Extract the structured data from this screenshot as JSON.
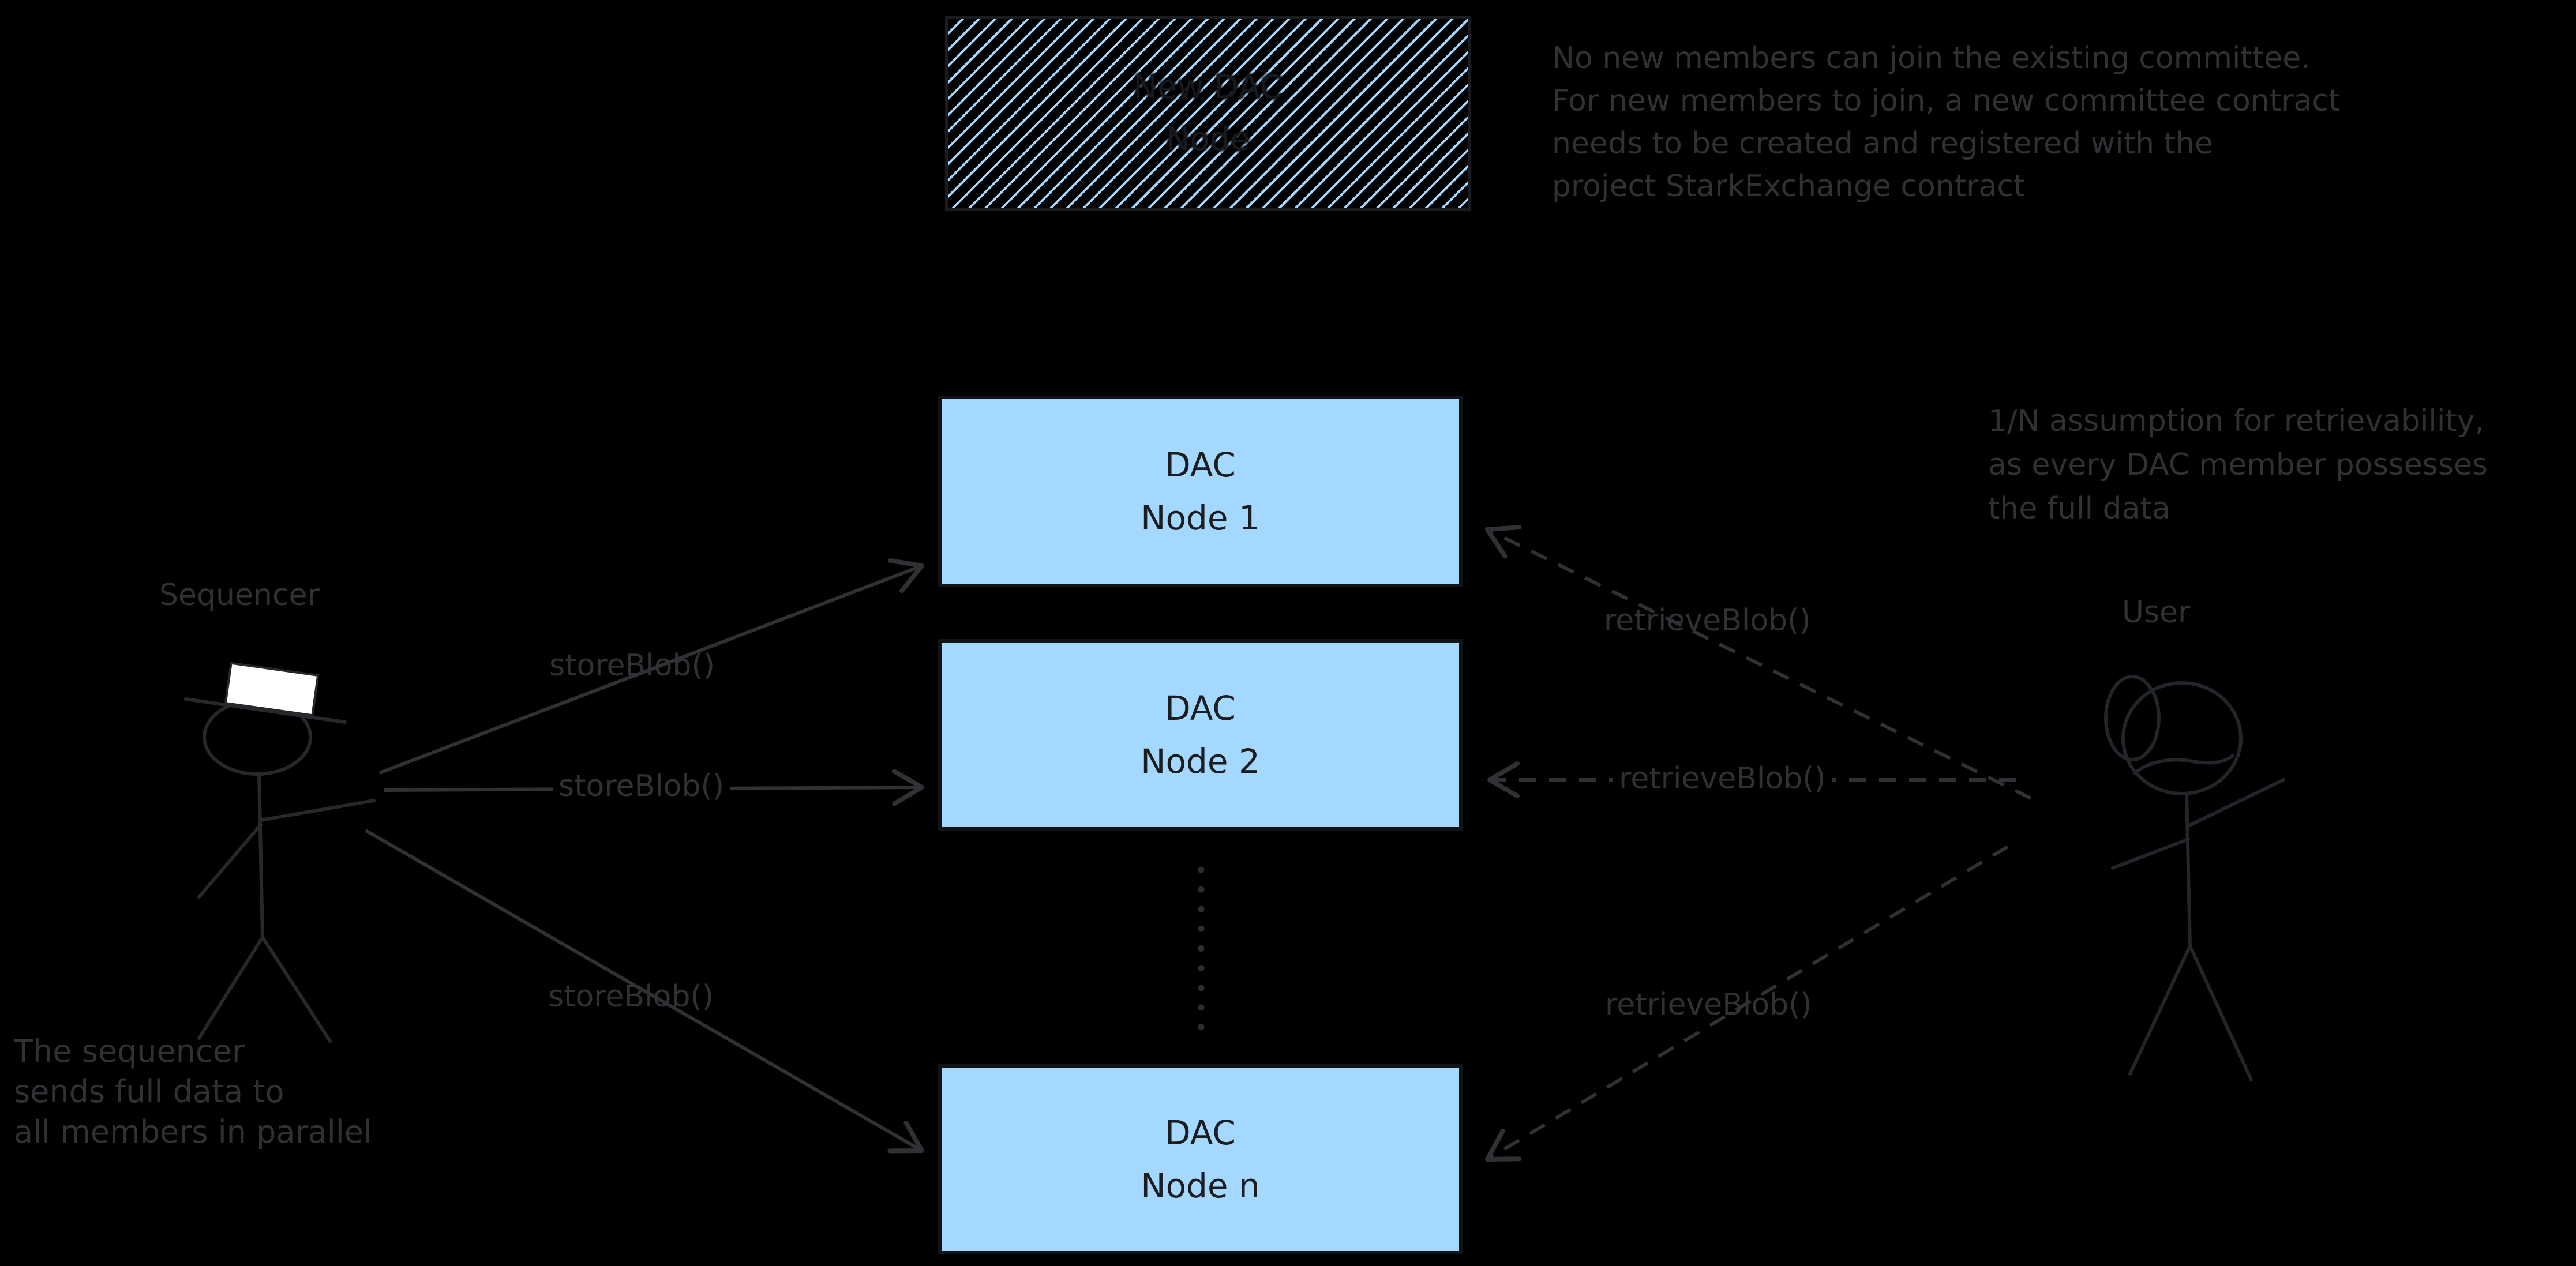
{
  "diagram": {
    "hatched_box": {
      "line1": "New DAC",
      "line2": "Node"
    },
    "nodes": [
      {
        "line1": "DAC",
        "line2": "Node 1"
      },
      {
        "line1": "DAC",
        "line2": "Node 2"
      },
      {
        "line1": "DAC",
        "line2": "Node n"
      }
    ],
    "sequencer_label": "Sequencer",
    "user_label": "User",
    "store_blob_labels": [
      "storeBlob()",
      "storeBlob()",
      "storeBlob()"
    ],
    "retrieve_blob_labels": [
      "retrieveBlob()",
      "retrieveBlob()",
      "retrieveBlob()"
    ],
    "annotations": {
      "top_right": [
        "No new members can join the existing committee.",
        "For new members to join, a new committee contract",
        "needs to be created and registered with the",
        "project StarkExchange contract"
      ],
      "right": [
        "1/N assumption for retrievability,",
        "as every DAC member possesses",
        "the full data"
      ],
      "bottom_left": [
        "The sequencer",
        "sends full data to",
        "all members in parallel"
      ]
    },
    "colors": {
      "background": "#000000",
      "node_fill": "#a5d8ff",
      "node_border": "#111315",
      "node_text": "#1b1d20",
      "hatch_stripe": "#a5d8ff",
      "annotation_text": "#2f3134",
      "arrow_stroke": "#2f3134",
      "figure_stroke": "#26282b",
      "sequencer_hat": "#ffffff"
    }
  }
}
